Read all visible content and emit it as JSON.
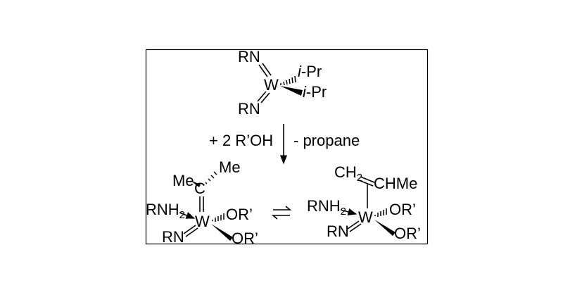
{
  "top": {
    "rn_upper": "RN",
    "rn_lower": "RN",
    "metal": "W",
    "ipr1_prefix": "i",
    "ipr1_rest": "-Pr",
    "ipr2_prefix": "i",
    "ipr2_rest": "-Pr"
  },
  "reaction": {
    "reagent": "+ 2 R’OH",
    "byproduct": "- propane"
  },
  "left": {
    "me1": "Me",
    "me2": "Me",
    "carbon": "C",
    "amine_base": "RNH",
    "amine_sub": "2",
    "metal": "W",
    "or_upper": "OR’",
    "imido": "RN",
    "or_lower": "OR’"
  },
  "right": {
    "ch_base": "CH",
    "ch_sub": "2",
    "chme": "CHMe",
    "amine_base": "RNH",
    "amine_sub": "2",
    "metal": "W",
    "or_upper": "OR’",
    "imido": "RN",
    "or_lower": "OR’"
  }
}
